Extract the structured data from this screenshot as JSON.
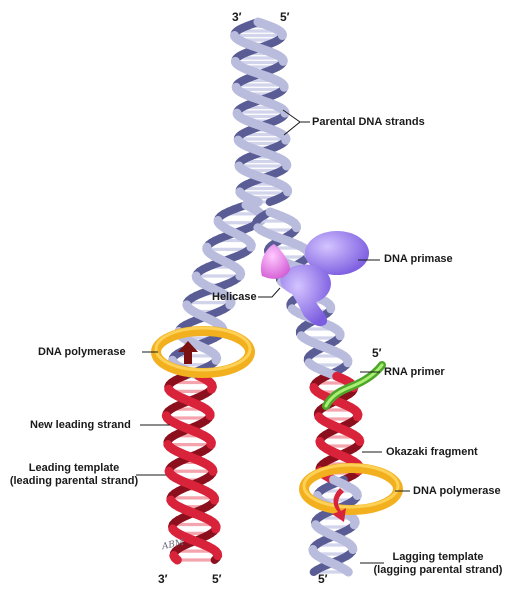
{
  "ends": {
    "top_left": "3′",
    "top_right": "5′",
    "bottom_left_a": "3′",
    "bottom_left_b": "5′",
    "lagging_5_top": "5′",
    "lagging_5_bottom": "5′"
  },
  "labels": {
    "parental": "Parental DNA strands",
    "primase": "DNA primase",
    "helicase": "Helicase",
    "polymerase_left": "DNA polymerase",
    "rna_primer": "RNA primer",
    "new_leading": "New leading strand",
    "okazaki": "Okazaki fragment",
    "leading_template_1": "Leading template",
    "leading_template_2": "(leading parental strand)",
    "polymerase_right": "DNA polymerase",
    "lagging_template_1": "Lagging template",
    "lagging_template_2": "(lagging parental strand)"
  },
  "signature": "ABM",
  "colors": {
    "parental_strand": "#b9bcdc",
    "parental_strand_dark": "#5a5d95",
    "new_strand": "#d8233a",
    "polymerase": "#f2b01e",
    "helicase": "#e57ce6",
    "primase": "#9a78ee",
    "rna_primer": "#6fcf3a"
  }
}
